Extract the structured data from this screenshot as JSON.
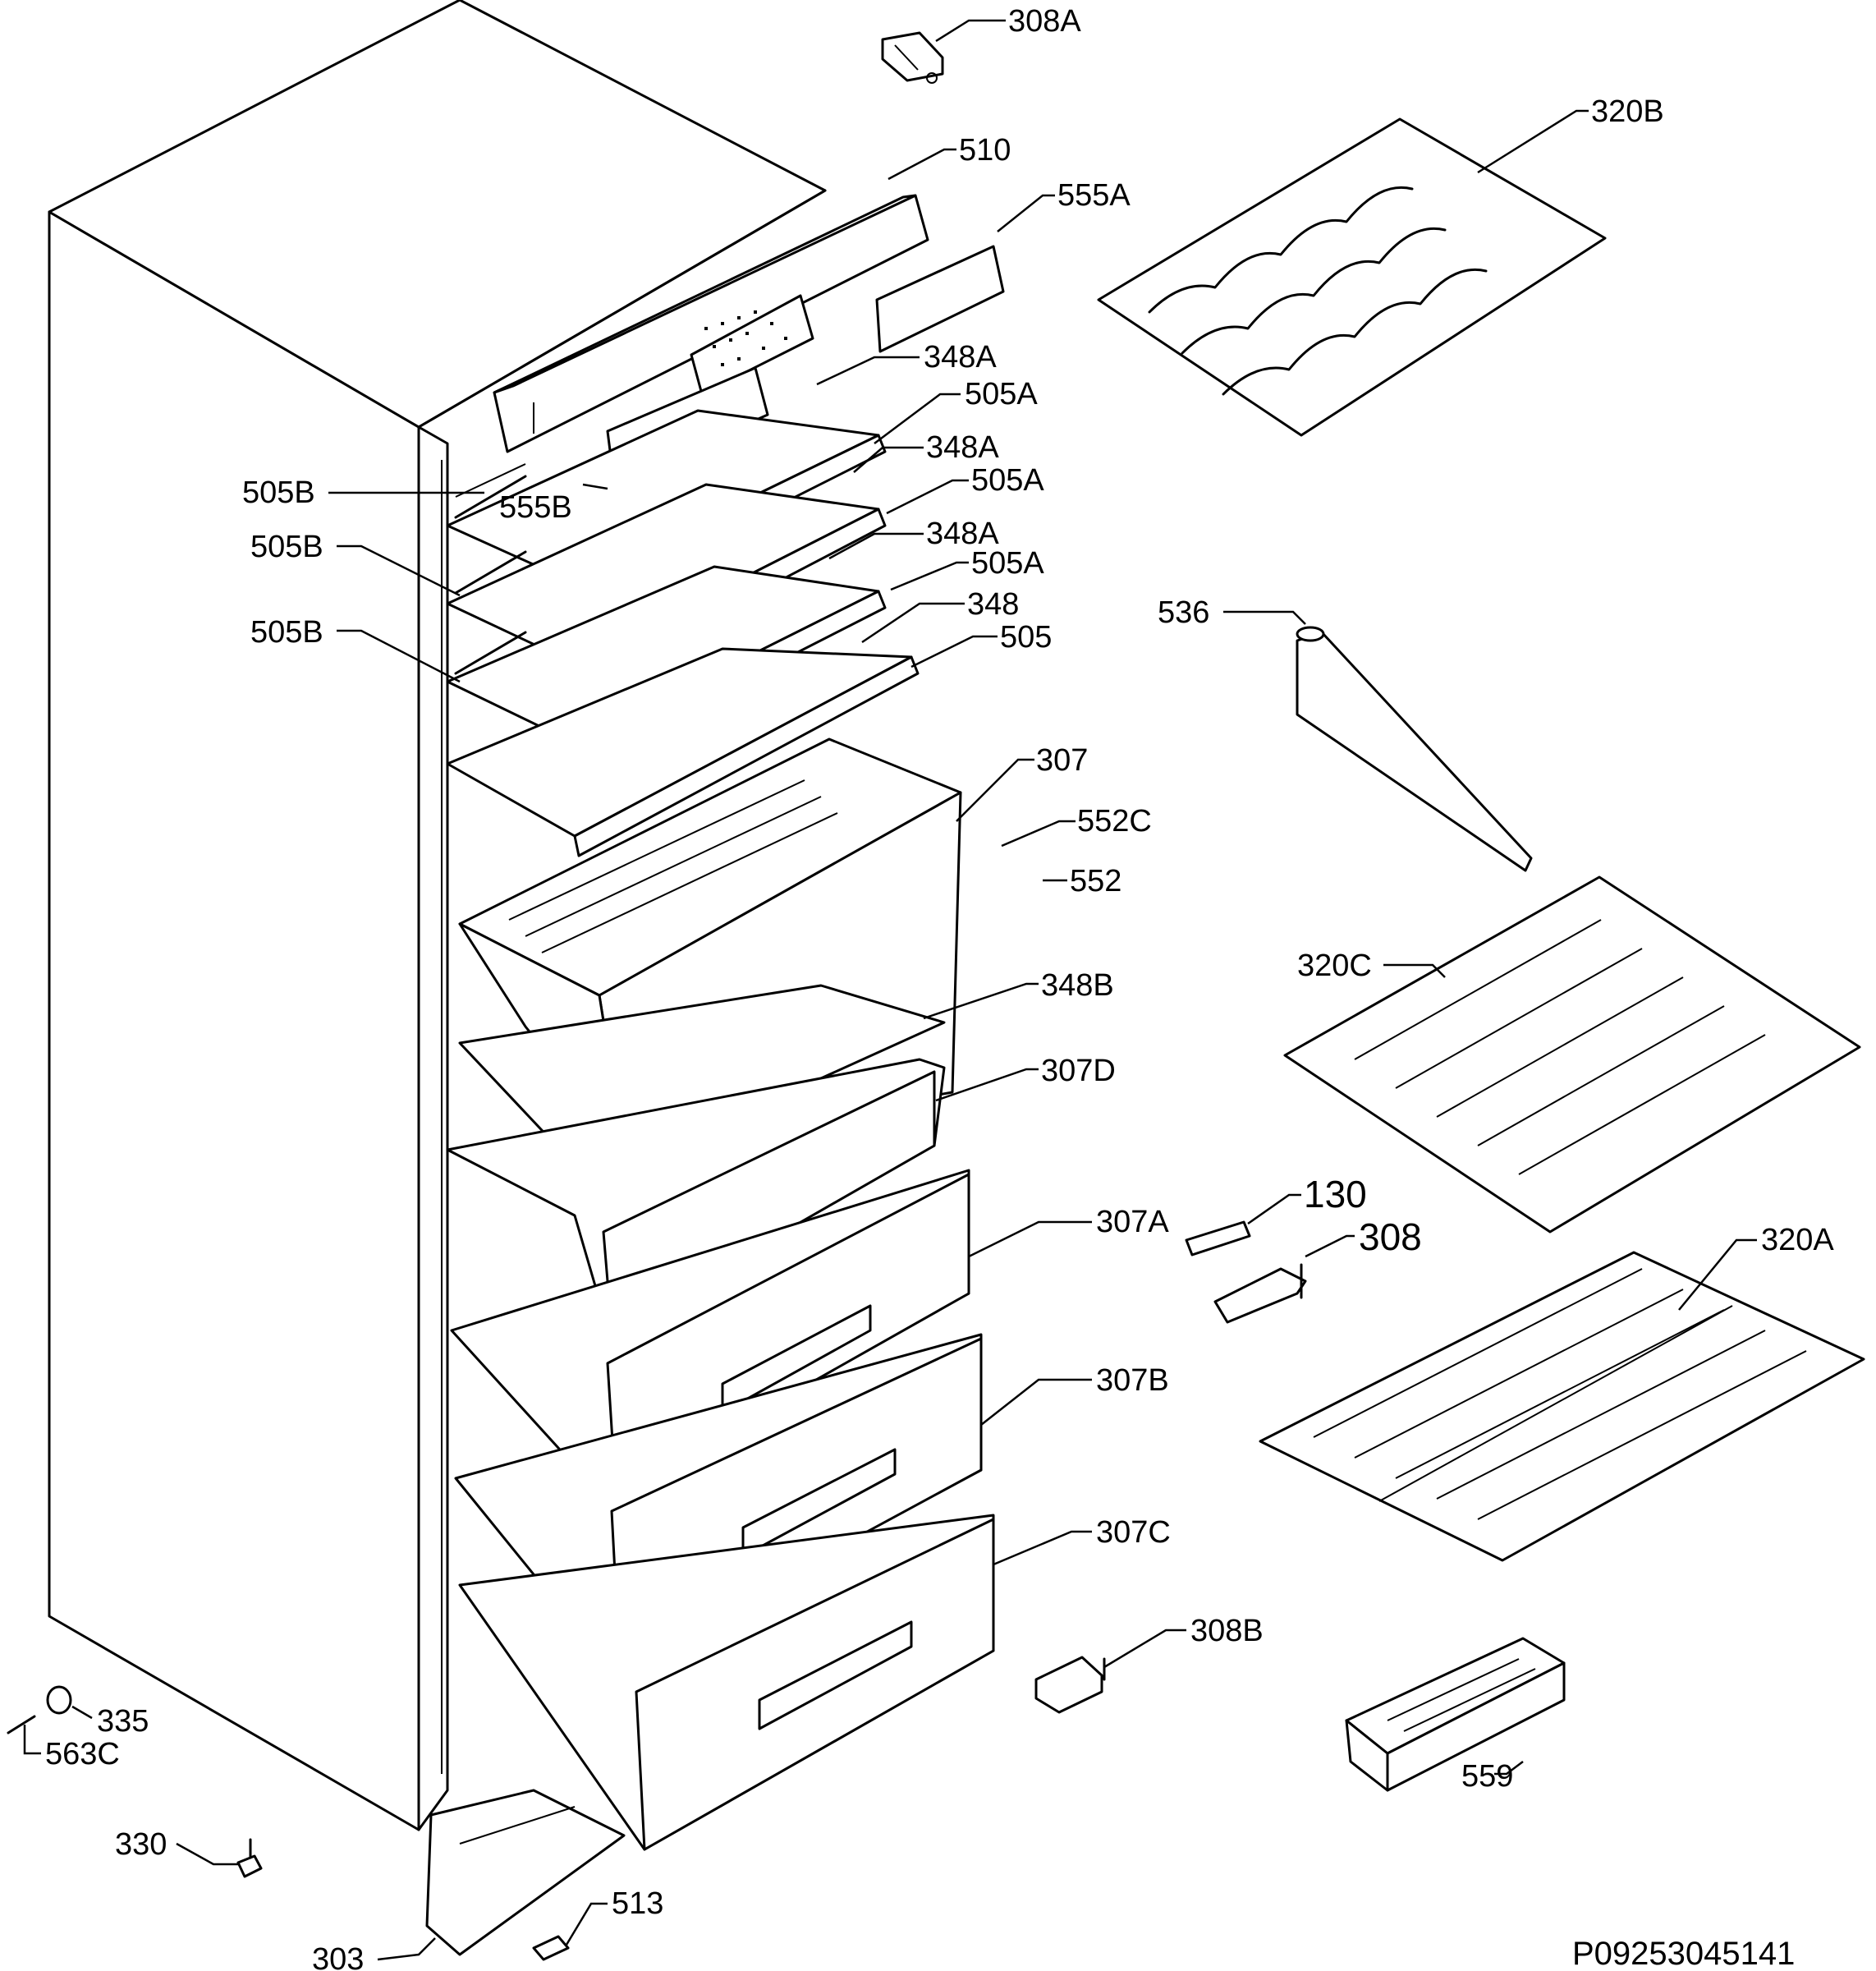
{
  "labels": {
    "l308A": "308A",
    "l320B": "320B",
    "l510": "510",
    "l555A": "555A",
    "l348A_1": "348A",
    "l505A_1": "505A",
    "l348A_2": "348A",
    "l505A_2": "505A",
    "l348A_3": "348A",
    "l505A_3": "505A",
    "l348": "348",
    "l505": "505",
    "l505B_1": "505B",
    "l555B": "555B",
    "l505B_2": "505B",
    "l505B_3": "505B",
    "l536": "536",
    "l307": "307",
    "l552C": "552C",
    "l552": "552",
    "l320C": "320C",
    "l348B": "348B",
    "l307D": "307D",
    "l130": "130",
    "l308": "308",
    "l307A": "307A",
    "l320A": "320A",
    "l307B": "307B",
    "l307C": "307C",
    "l308B": "308B",
    "l335": "335",
    "l563C": "563C",
    "l559": "559",
    "l330": "330",
    "l303": "303",
    "l513": "513"
  },
  "document_id": "P09253045141"
}
